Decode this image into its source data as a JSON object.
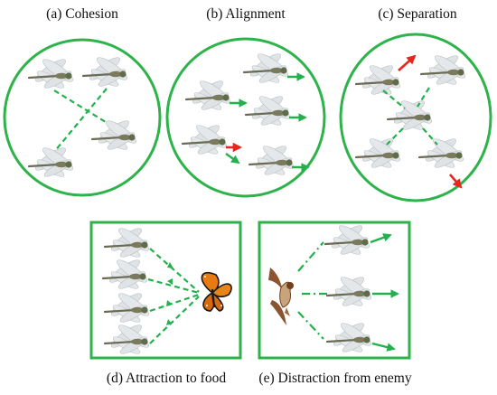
{
  "colors": {
    "frame": "#2db34a",
    "link": "#22b14c",
    "arrow_green": "#22b14c",
    "arrow_red": "#e8251f",
    "dragonfly_body": "#6b6b55",
    "dragonfly_wing": "#dfe3e6",
    "butterfly": "#e87a12",
    "hawk": "#8a5530"
  },
  "panels": {
    "a": {
      "caption": "(a) Cohesion",
      "shape": "circle"
    },
    "b": {
      "caption": "(b) Alignment",
      "shape": "circle"
    },
    "c": {
      "caption": "(c) Separation",
      "shape": "circle"
    },
    "d": {
      "caption": "(d) Attraction to food",
      "shape": "square"
    },
    "e": {
      "caption": "(e) Distraction from enemy",
      "shape": "square"
    }
  },
  "icons": [
    "dragonfly-icon",
    "butterfly-icon",
    "hawk-icon"
  ]
}
